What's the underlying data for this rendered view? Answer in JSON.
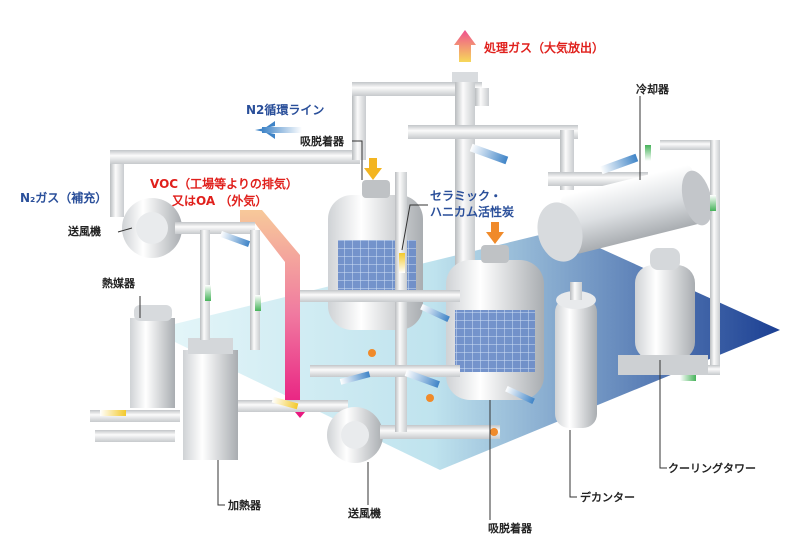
{
  "labels": {
    "exhaust": "処理ガス（大気放出）",
    "n2_cycle": "N2循環ライン",
    "n2_gas": "N₂ガス（補充）",
    "voc_line1": "VOC（工場等よりの排気）",
    "voc_line2": "又はOA （外気）",
    "blower_top": "送風機",
    "heat_medium": "熱媒器",
    "heater": "加熱器",
    "blower_bottom": "送風機",
    "adsorber_top": "吸脱着器",
    "adsorber_bottom": "吸脱着器",
    "ceramic_line1": "セラミック・",
    "ceramic_line2": "ハニカム活性炭",
    "cooler": "冷却器",
    "decanter": "デカンター",
    "cooling_tower": "クーリングタワー"
  },
  "colors": {
    "label_blue": "#2a4f9a",
    "label_red": "#e0201c",
    "floor_dark": "#1b3f93",
    "floor_light": "#d9f3f6",
    "pipe": "#e4e6e8",
    "flow_blue": "#4c8fc9",
    "flow_yellow": "#f3d23b",
    "flow_orange": "#f08a2a",
    "flow_green": "#5fbf68",
    "voc_gradient_start": "#f5c48a",
    "voc_gradient_end": "#e8157e"
  }
}
